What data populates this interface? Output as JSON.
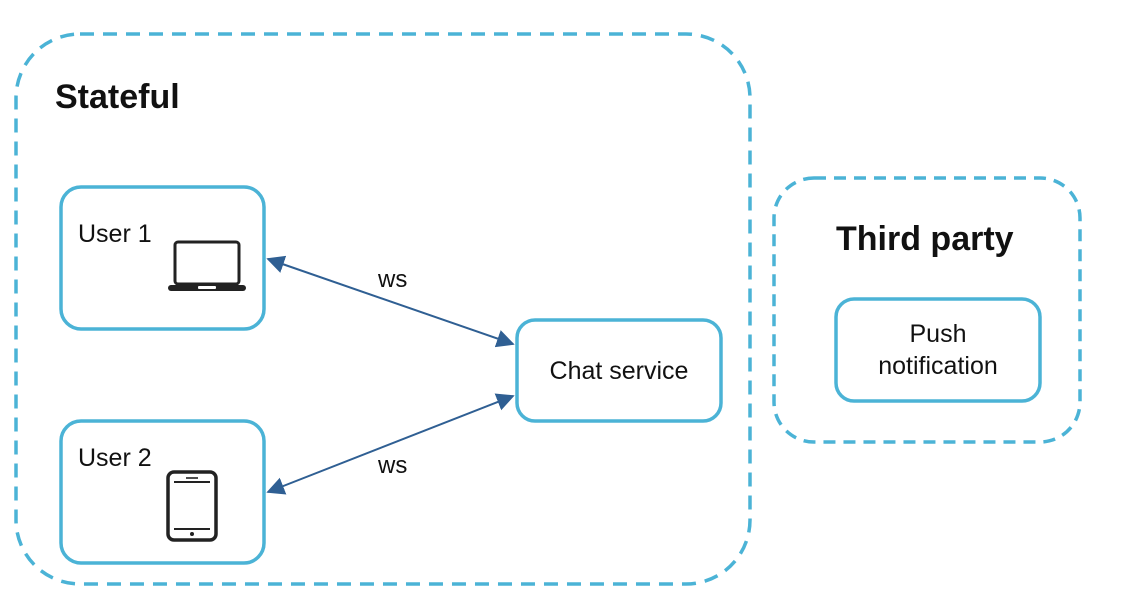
{
  "colors": {
    "accent": "#4bb3d6",
    "arrow": "#2f5f93",
    "icon": "#222222",
    "text": "#111111"
  },
  "groups": {
    "stateful": {
      "title": "Stateful"
    },
    "third_party": {
      "title": "Third party"
    }
  },
  "nodes": {
    "user1": {
      "label": "User 1",
      "icon": "laptop-icon"
    },
    "user2": {
      "label": "User 2",
      "icon": "tablet-icon"
    },
    "chat_service": {
      "label": "Chat service"
    },
    "push_notification": {
      "label_line1": "Push",
      "label_line2": "notification"
    }
  },
  "edges": {
    "user1_chat": {
      "label": "ws",
      "bidirectional": true
    },
    "user2_chat": {
      "label": "ws",
      "bidirectional": true
    }
  }
}
